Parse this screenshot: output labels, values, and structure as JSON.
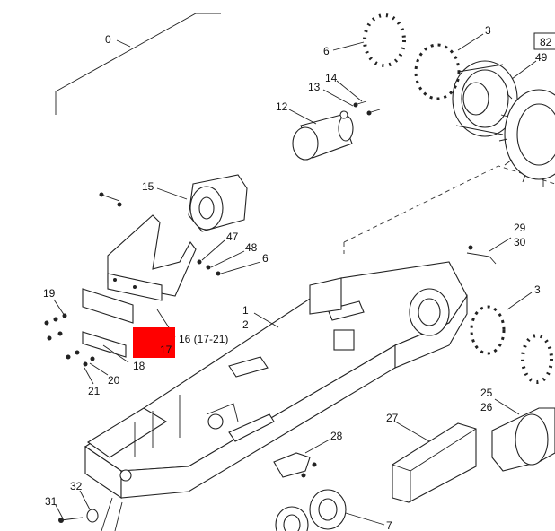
{
  "callouts": {
    "c0": "0",
    "c82": "82",
    "c3a": "3",
    "c6a": "6",
    "c49": "49",
    "c14": "14",
    "c13": "13",
    "c12": "12",
    "c15": "15",
    "c47": "47",
    "c48": "48",
    "c6b": "6",
    "c29": "29",
    "c30": "30",
    "c3b": "3",
    "c1": "1",
    "c2": "2",
    "c19": "19",
    "c16": "16 (17-21)",
    "c17": "17",
    "c18": "18",
    "c20": "20",
    "c21": "21",
    "c25": "25",
    "c26": "26",
    "c27": "27",
    "c28": "28",
    "c31": "31",
    "c32": "32",
    "c7": "7"
  },
  "colors": {
    "highlight": "#ff0000",
    "line": "#222222"
  }
}
